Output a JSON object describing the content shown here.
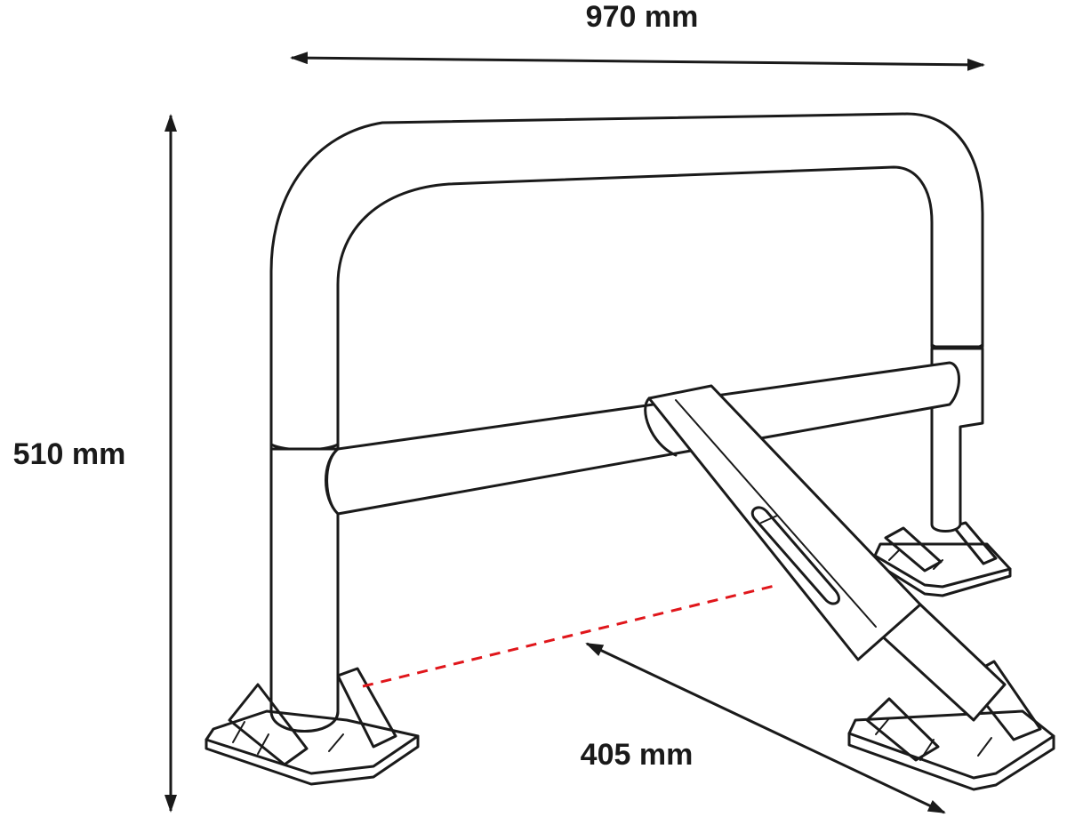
{
  "dimensions": {
    "width": {
      "label": "970 mm"
    },
    "height": {
      "label": "510 mm"
    },
    "depth": {
      "label": "405 mm"
    }
  },
  "colors": {
    "outline": "#1a1a1a",
    "guide_line": "#e0161b",
    "background": "#ffffff"
  }
}
